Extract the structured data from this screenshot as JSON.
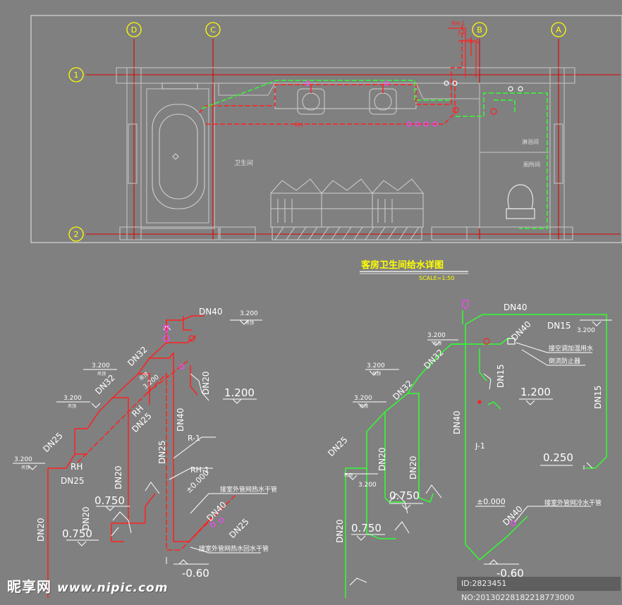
{
  "plan": {
    "grid_labels": [
      "D",
      "C",
      "B",
      "A",
      "1",
      "2"
    ],
    "riser_labels": [
      "RH-1",
      "J-1",
      "RL-1"
    ],
    "pipe_label": "RH",
    "room_bathroom": "卫生间",
    "room_2": "淋浴间",
    "room_3": "厕所间"
  },
  "title": {
    "main": "客房卫生间给水详图",
    "scale": "SCALE=1:50"
  },
  "left_axon": {
    "dn40": "DN40",
    "elev_top": "3.200",
    "dn32": "DN32",
    "dn32b": "DN32",
    "dn25": "DN25",
    "dn25b": "DN25",
    "dn25c": "DN25",
    "dn25d": "DN25",
    "dn20": "DN20",
    "dn20b": "DN20",
    "dn20c": "DN20",
    "dn20d": "DN20",
    "dn40b": "DN40",
    "dn40c": "DN40",
    "rh": "RH",
    "rh2": "RH",
    "r1": "R-1",
    "rh1": "RH-1",
    "elev_1200": "1.200",
    "elev_0750a": "0.750",
    "elev_0750b": "0.750",
    "elev_zero": "±0.000",
    "elev_neg": "-0.60",
    "elev_3200a": "3.200",
    "elev_3200b": "3.200",
    "elev_3200c": "3.200",
    "elev_3200d": "3.200",
    "small_label": "吊顶",
    "note_hot_main": "接室外管网热水干管",
    "note_hot_return": "接室外管网热水回水干管"
  },
  "right_axon": {
    "dn40": "DN40",
    "dn40b": "DN40",
    "dn40c": "DN40",
    "dn40d": "DN40",
    "dn32": "DN32",
    "dn32b": "DN32",
    "dn25": "DN25",
    "dn20": "DN20",
    "dn20b": "DN20",
    "dn20c": "DN20",
    "dn15": "DN15",
    "dn15b": "DN15",
    "dn15c": "DN15",
    "j1": "J-1",
    "elev_3200a": "3.200",
    "elev_3200b": "3.200",
    "elev_3200c": "3.200",
    "elev_3200d": "3.200",
    "elev_3200e": "3.200",
    "elev_1200": "1.200",
    "elev_0750a": "0.750",
    "elev_0750b": "0.750",
    "elev_0250": "0.250",
    "elev_zero": "±0.000",
    "elev_neg": "-0.60",
    "small_label": "吊顶",
    "note_ac": "接空调加湿用水",
    "note_backflow": "倒流防止器",
    "note_cold_main": "接室外管网冷水干管"
  },
  "watermark": {
    "brand": "昵享网",
    "url": "www.nipic.com"
  },
  "image_id": "ID:2823451 NO:20130228182218773000"
}
